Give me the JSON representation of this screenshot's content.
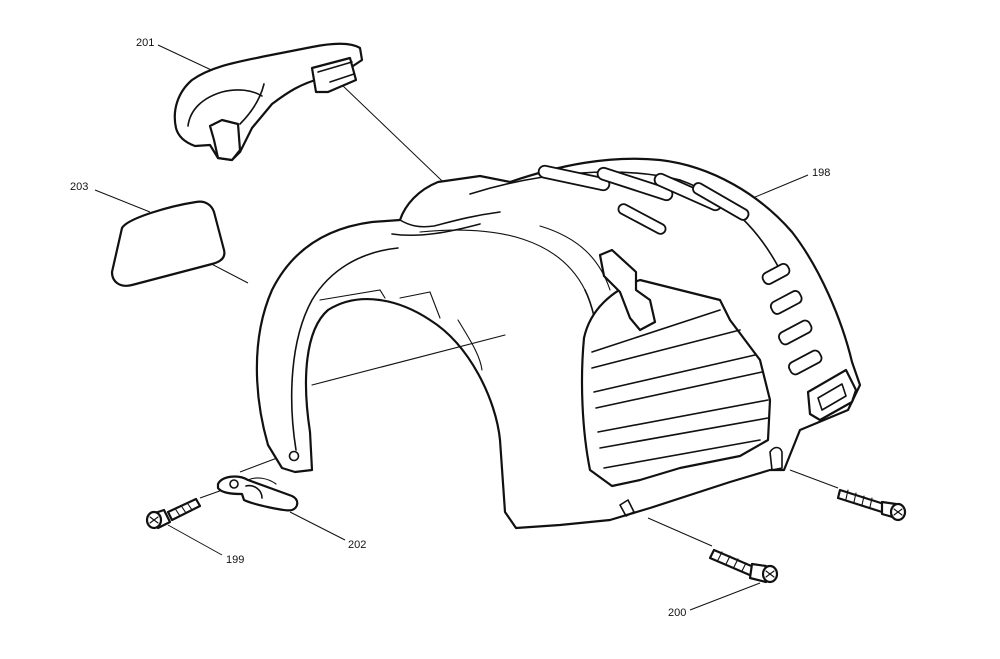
{
  "diagram": {
    "labels": {
      "housing": "198",
      "bolt_left": "199",
      "bolt_bottom": "200",
      "cap": "201",
      "clamp": "202",
      "plate": "203"
    }
  }
}
